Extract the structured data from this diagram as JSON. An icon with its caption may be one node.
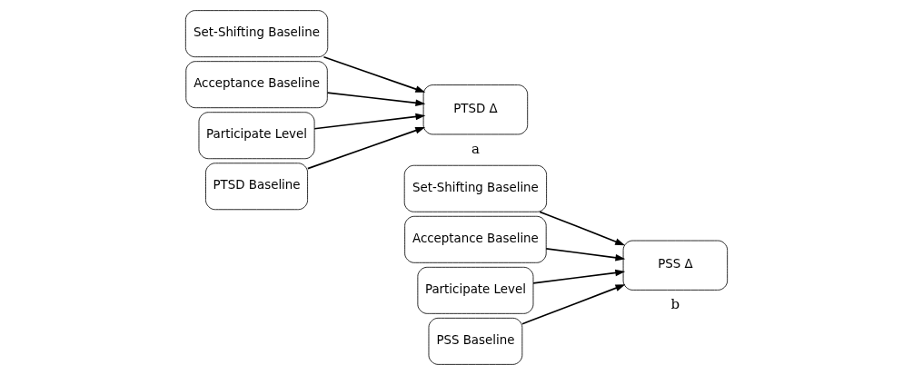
{
  "diagram": {
    "nodes": [
      {
        "text": [
          "Set-Shifting Baseline"
        ]
      },
      {
        "text": [
          "Acceptance Baseline"
        ]
      },
      {
        "text": [
          "Participate Level"
        ]
      },
      {
        "text": [
          "PTSD Baseline"
        ]
      },
      {
        "text": [
          "PTSD Δ"
        ]
      },
      {
        "text": [
          "Set-Shifting Baseline"
        ]
      },
      {
        "text": [
          "Acceptance Baseline"
        ]
      },
      {
        "text": [
          "Participate Level"
        ]
      },
      {
        "text": [
          "PSS Baseline"
        ]
      },
      {
        "text": [
          "PSS Δ"
        ]
      }
    ],
    "edges": [
      {
        "from": 0,
        "to": 4,
        "arrow": "to"
      },
      {
        "from": 1,
        "to": 4,
        "arrow": "to"
      },
      {
        "from": 2,
        "to": 4,
        "arrow": "to"
      },
      {
        "from": 3,
        "to": 4,
        "arrow": "to"
      },
      {
        "from": 5,
        "to": 9,
        "arrow": "to"
      },
      {
        "from": 6,
        "to": 9,
        "arrow": "to"
      },
      {
        "from": 7,
        "to": 9,
        "arrow": "to"
      },
      {
        "from": 8,
        "to": 9,
        "arrow": "to"
      }
    ],
    "labels": [
      "a",
      "b"
    ]
  }
}
